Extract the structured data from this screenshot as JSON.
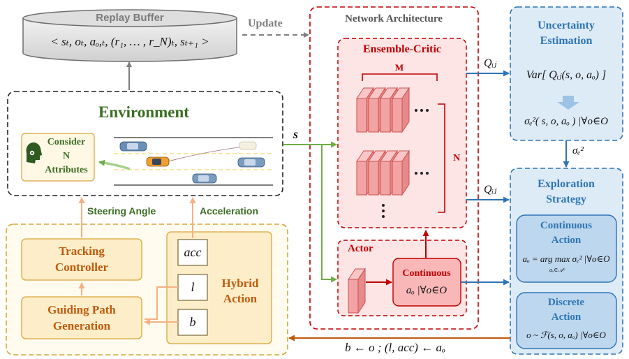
{
  "replay": {
    "title": "Replay Buffer",
    "tuple": "< sₜ, oₜ, aₒ,ₜ, (r₁, … , r_N)ₜ, sₜ₊₁ >",
    "update_label": "Update"
  },
  "environment": {
    "title": "Environment",
    "consider_label": "Consider N Attributes",
    "consider_lines": [
      "Consider",
      "N",
      "Attributes"
    ],
    "state_label": "s"
  },
  "network": {
    "title": "Network Architecture",
    "critic_title": "Ensemble-Critic",
    "m_label": "M",
    "n_label": "N",
    "actor_title": "Actor",
    "continuous_title": "Continuous",
    "continuous_formula": "aₒ |∀o∈O"
  },
  "q_label_top": "Qᵢⱼ",
  "q_label_bottom": "Qᵢⱼ",
  "uncertainty": {
    "title_lines": [
      "Uncertainty",
      "Estimation"
    ],
    "var_formula": "Var[ Qᵢⱼ(s, o, aₒ) ]",
    "sigma_formula": "σₑ²( s, o, aₒ ) |∀o∈O"
  },
  "sigma_label": "σₑ²",
  "exploration": {
    "title_lines": [
      "Exploration",
      "Strategy"
    ],
    "continuous_action_lines": [
      "Continuous",
      "Action"
    ],
    "continuous_formula": "aₒ = arg max σₑ² |∀o∈O",
    "continuous_sub": "aₒ∈𝒜ᵒ",
    "discrete_action_lines": [
      "Discrete",
      "Action"
    ],
    "discrete_formula": "o ~ ℱ(s, o, aₒ) |∀o∈O"
  },
  "control": {
    "steering_label": "Steering Angle",
    "acceleration_label": "Acceleration",
    "tracking_lines": [
      "Tracking",
      "Controller"
    ],
    "guiding_lines": [
      "Guiding Path",
      "Generation"
    ],
    "hybrid_lines": [
      "Hybrid",
      "Action"
    ],
    "acc_var": "acc",
    "l_var": "l",
    "b_var": "b",
    "feedback_formula": "b ← o ; (l, acc) ← aₒ"
  },
  "colors": {
    "red": "#c8102e",
    "blue": "#2e75b6",
    "orange": "#e3a12a",
    "brown": "#c05a0d",
    "green": "#70ad47",
    "dark_green": "#3b6e22",
    "grey": "#7f7f7f"
  }
}
